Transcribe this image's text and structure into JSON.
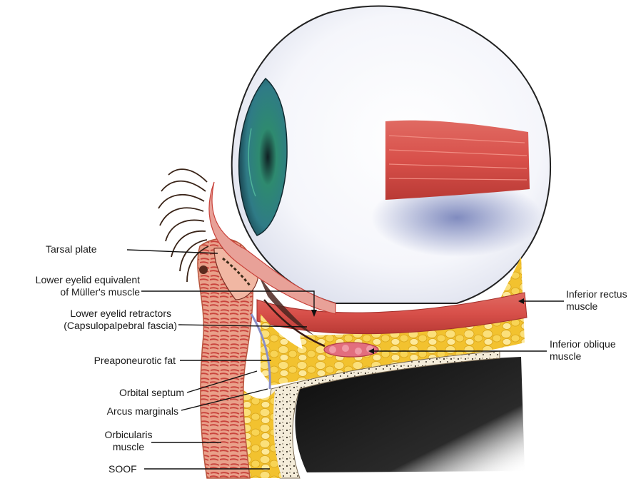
{
  "diagram": {
    "labels": {
      "tarsal_plate": "Tarsal plate",
      "muller_line1": "Lower eyelid equivalent",
      "muller_line2": "of Müller's muscle",
      "retractors_line1": "Lower eyelid retractors",
      "retractors_line2": "(Capsulopalpebral fascia)",
      "preaponeurotic_fat": "Preaponeurotic fat",
      "orbital_septum": "Orbital septum",
      "arcus_marginals": "Arcus marginals",
      "orbicularis_line1": "Orbicularis",
      "orbicularis_line2": "muscle",
      "soof": "SOOF",
      "inferior_rectus_line1": "Inferior rectus",
      "inferior_rectus_line2": "muscle",
      "inferior_oblique_line1": "Inferior oblique",
      "inferior_oblique_line2": "muscle"
    },
    "colors": {
      "muscle": "#d8504a",
      "muscle_dark": "#b52f2c",
      "skin": "#e9a08a",
      "fat": "#f3c93a",
      "fat_light": "#fbe58a",
      "bone": "#f4ecd9",
      "sinus": "#141414",
      "iris": "#2f7b86",
      "globe_shadow": "#6b78b4"
    }
  }
}
